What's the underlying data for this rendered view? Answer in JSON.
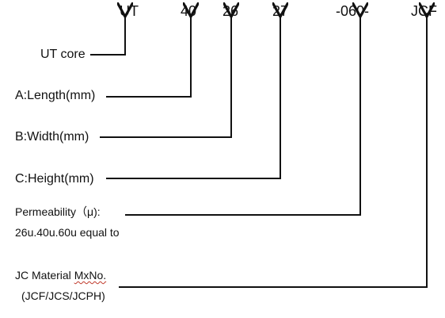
{
  "code_parts": {
    "ut": "UT",
    "length": "40",
    "width": "26",
    "height": "27",
    "permeability": "-060-",
    "material": "JCF"
  },
  "labels": {
    "ut_core": "UT core",
    "length": "A:Length(mm)",
    "width": "B:Width(mm)",
    "height": "C:Height(mm)",
    "permeability": "Permeability（μ):",
    "permeability_note": "26u.40u.60u equal to",
    "material_prefix": "JC Material ",
    "material_model": "MxNo.",
    "material_options": "(JCF/JCS/JCPH)"
  },
  "colors": {
    "line": "#111111",
    "spellcheck_underline": "#c0392b"
  }
}
